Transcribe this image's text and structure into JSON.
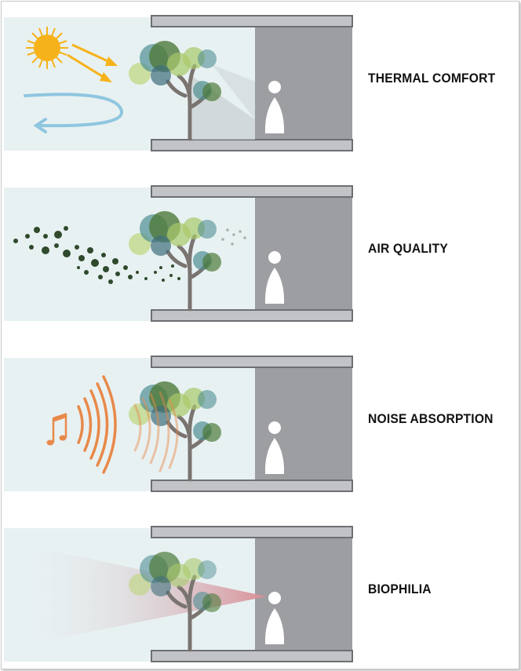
{
  "panels": [
    {
      "id": "thermal",
      "label": "THERMAL COMFORT"
    },
    {
      "id": "air",
      "label": "AIR QUALITY"
    },
    {
      "id": "noise",
      "label": "NOISE ABSORPTION"
    },
    {
      "id": "biophilia",
      "label": "BIOPHILIA"
    }
  ],
  "colors": {
    "sky": "#e8f1f2",
    "building": "#9d9ea2",
    "slab": "#c2c3c6",
    "slab_stroke": "#6e6f72",
    "branch": "#7a7470",
    "person": "#ffffff",
    "sun": "#f6b21a",
    "wind": "#8fc6e0",
    "particles": "#2f4a2c",
    "sound": "#e8894a",
    "sightline": "#d98c94"
  },
  "icons": {
    "thermal": [
      "sun-icon",
      "sun-ray-arrow-icon",
      "wind-arrow-icon"
    ],
    "air": [
      "pollution-particles-icon"
    ],
    "noise": [
      "music-note-icon",
      "sound-wave-icon"
    ],
    "biophilia": [
      "sightline-cone-icon"
    ]
  }
}
